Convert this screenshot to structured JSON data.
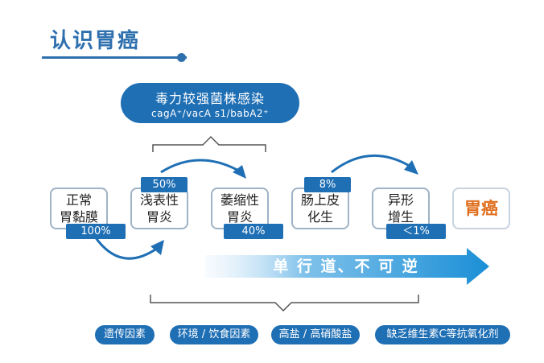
{
  "title": "认识胃癌",
  "strain": {
    "title": "毒力较强菌株感染",
    "subtitle": "cagA⁺/vacA s1/babA2⁺"
  },
  "stages": [
    {
      "label": "正常\n胃黏膜"
    },
    {
      "label": "浅表性\n胃炎"
    },
    {
      "label": "萎缩性\n胃炎"
    },
    {
      "label": "肠上皮\n化生"
    },
    {
      "label": "异形\n增生"
    },
    {
      "label": "胃癌"
    }
  ],
  "rates": {
    "normal": "100%",
    "superficial": "50%",
    "atrophic": "40%",
    "metaplasia": "8%",
    "dysplasia": "＜1%"
  },
  "one_way": "单 行 道、不 可 逆",
  "factors": [
    "遗传因素",
    "环境 / 饮食因素",
    "高盐 / 高硝酸盐",
    "缺乏维生素C等抗氧化剂"
  ],
  "colors": {
    "primary": "#1f6fb5",
    "title": "#2e6fae",
    "cancer": "#e0701f"
  }
}
